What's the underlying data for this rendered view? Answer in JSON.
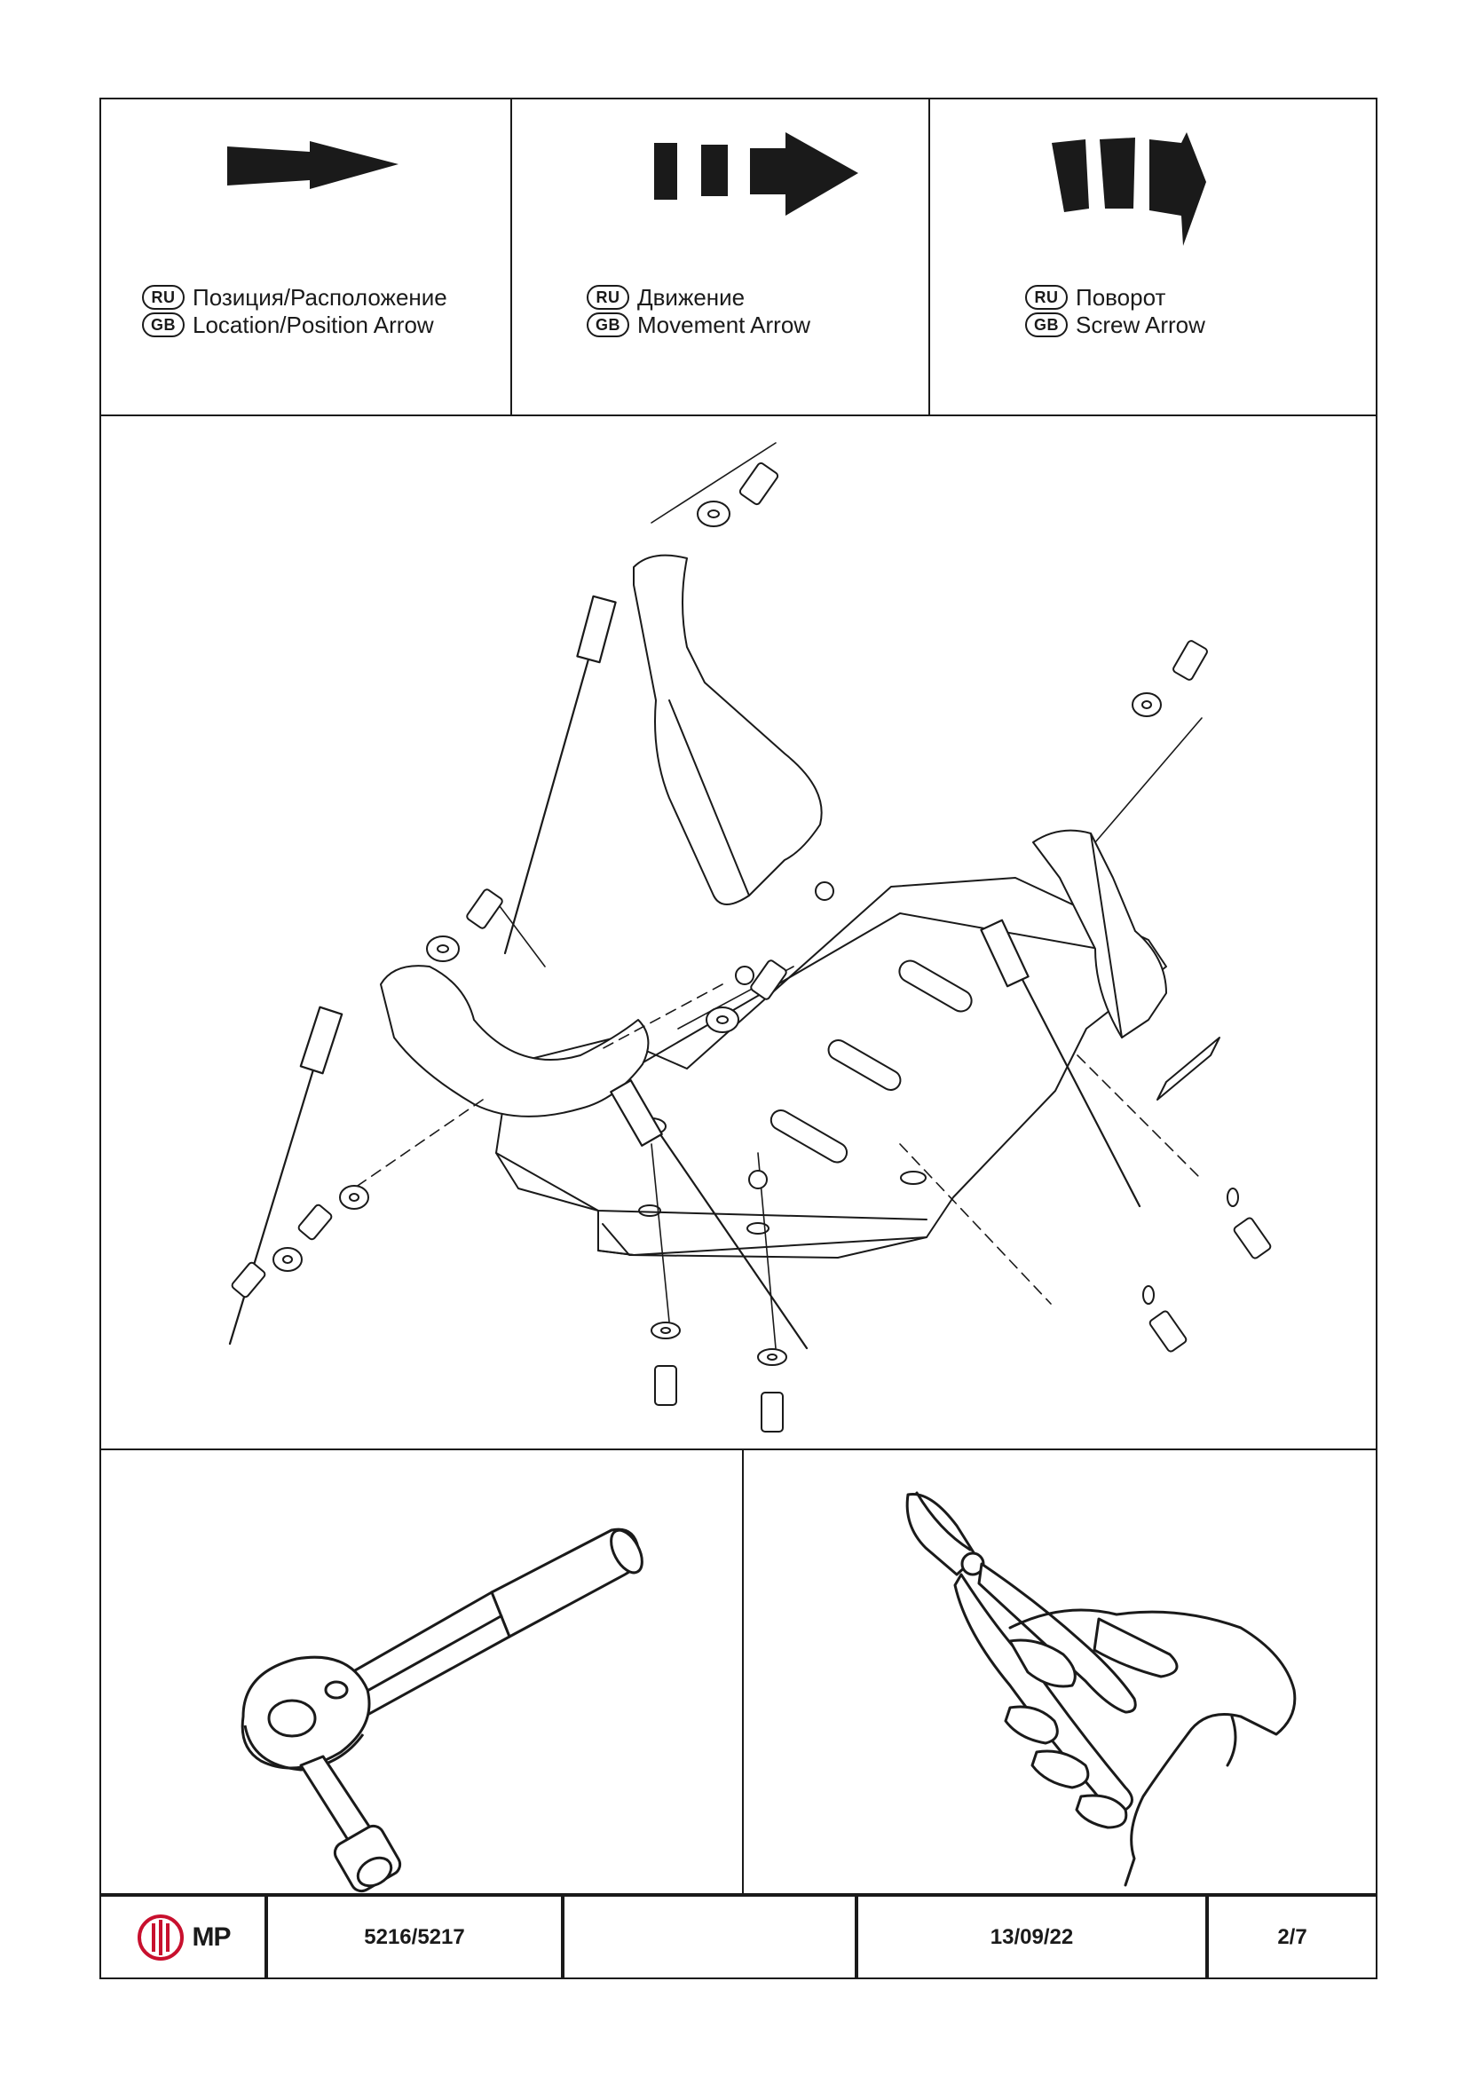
{
  "legend": [
    {
      "icon": "location-arrow-icon",
      "lines": [
        {
          "lang": "RU",
          "text": "Позиция/Расположение"
        },
        {
          "lang": "GB",
          "text": "Location/Position Arrow"
        }
      ]
    },
    {
      "icon": "movement-arrow-icon",
      "lines": [
        {
          "lang": "RU",
          "text": "Движение"
        },
        {
          "lang": "GB",
          "text": "Movement Arrow"
        }
      ]
    },
    {
      "icon": "screw-arrow-icon",
      "lines": [
        {
          "lang": "RU",
          "text": "Поворот"
        },
        {
          "lang": "GB",
          "text": "Screw Arrow"
        }
      ]
    }
  ],
  "drawing": {
    "icon": "skid-plate-assembly-drawing"
  },
  "tools": [
    {
      "icon": "ratchet-wrench-icon"
    },
    {
      "icon": "side-cutter-pliers-icon"
    }
  ],
  "footer": {
    "logo_text": "MP",
    "logo_color": "#c8102e",
    "article": "5216/5217",
    "blank": "",
    "date": "13/09/22",
    "page": "2/7"
  }
}
